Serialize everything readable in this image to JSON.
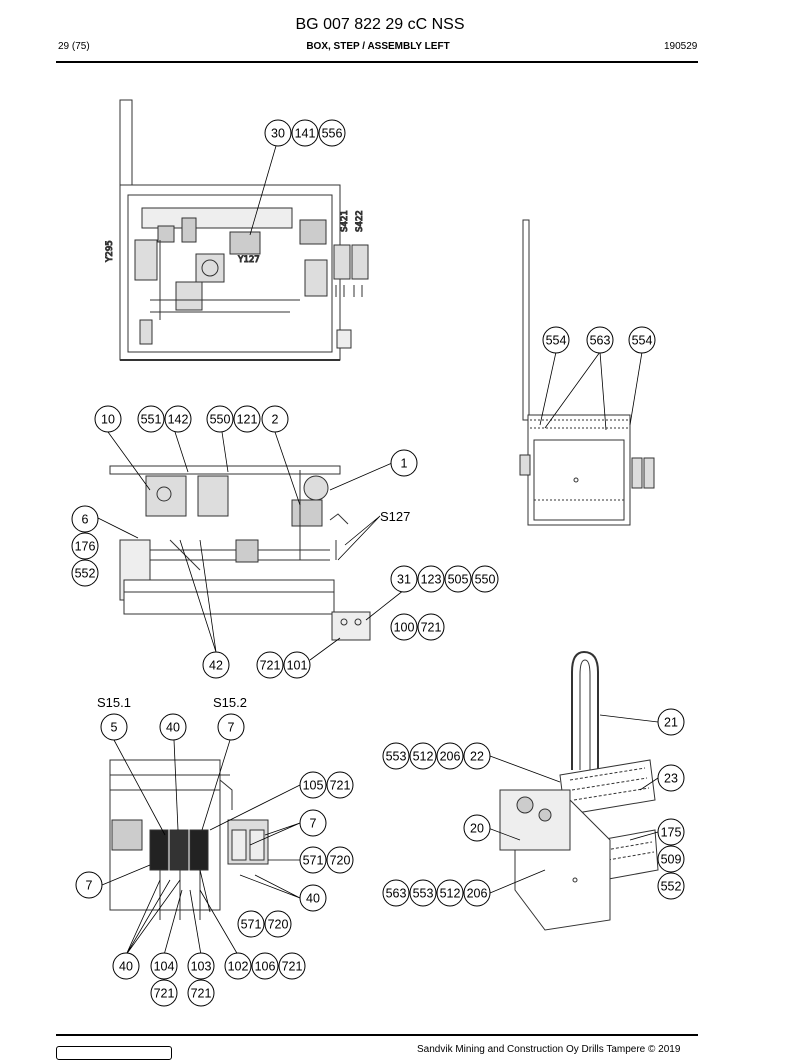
{
  "header": {
    "title": "BG 007 822 29 cC NSS",
    "page": "29 (75)",
    "subtitle": "BOX, STEP / ASSEMBLY LEFT",
    "date": "190529"
  },
  "footer": {
    "copyright": "Sandvik Mining and Construction Oy Drills Tampere © 2019"
  },
  "drawing_text": {
    "y295": "Y295",
    "y127": "Y127",
    "s421": "S421",
    "s422": "S422"
  },
  "labels": {
    "s127": "S127",
    "s15_1": "S15.1",
    "s15_2": "S15.2"
  },
  "bubbles": {
    "b30": "30",
    "b141": "141",
    "b556_top": "556",
    "b554_l": "554",
    "b563": "563",
    "b554_r": "554",
    "b10": "10",
    "b551": "551",
    "b142": "142",
    "b550_a": "550",
    "b121": "121",
    "b2": "2",
    "b1": "1",
    "b6": "6",
    "b176": "176",
    "b552_a": "552",
    "b31": "31",
    "b123": "123",
    "b505": "505",
    "b550_b": "550",
    "b100": "100",
    "b721_a": "721",
    "b42": "42",
    "b721_b": "721",
    "b101": "101",
    "b5": "5",
    "b40_a": "40",
    "b7_a": "7",
    "b105": "105",
    "b721_c": "721",
    "b7_b": "7",
    "b571_a": "571",
    "b720_a": "720",
    "b7_c": "7",
    "b40_b": "40",
    "b571_b": "571",
    "b720_b": "720",
    "b40_c": "40",
    "b104": "104",
    "b103": "103",
    "b102": "102",
    "b106": "106",
    "b721_d": "721",
    "b721_e": "721",
    "b721_f": "721",
    "b21": "21",
    "b553_a": "553",
    "b512_a": "512",
    "b206_a": "206",
    "b22": "22",
    "b23": "23",
    "b20": "20",
    "b175": "175",
    "b509": "509",
    "b552_b": "552",
    "b563_b": "563",
    "b553_b": "553",
    "b512_b": "512",
    "b206_b": "206"
  }
}
